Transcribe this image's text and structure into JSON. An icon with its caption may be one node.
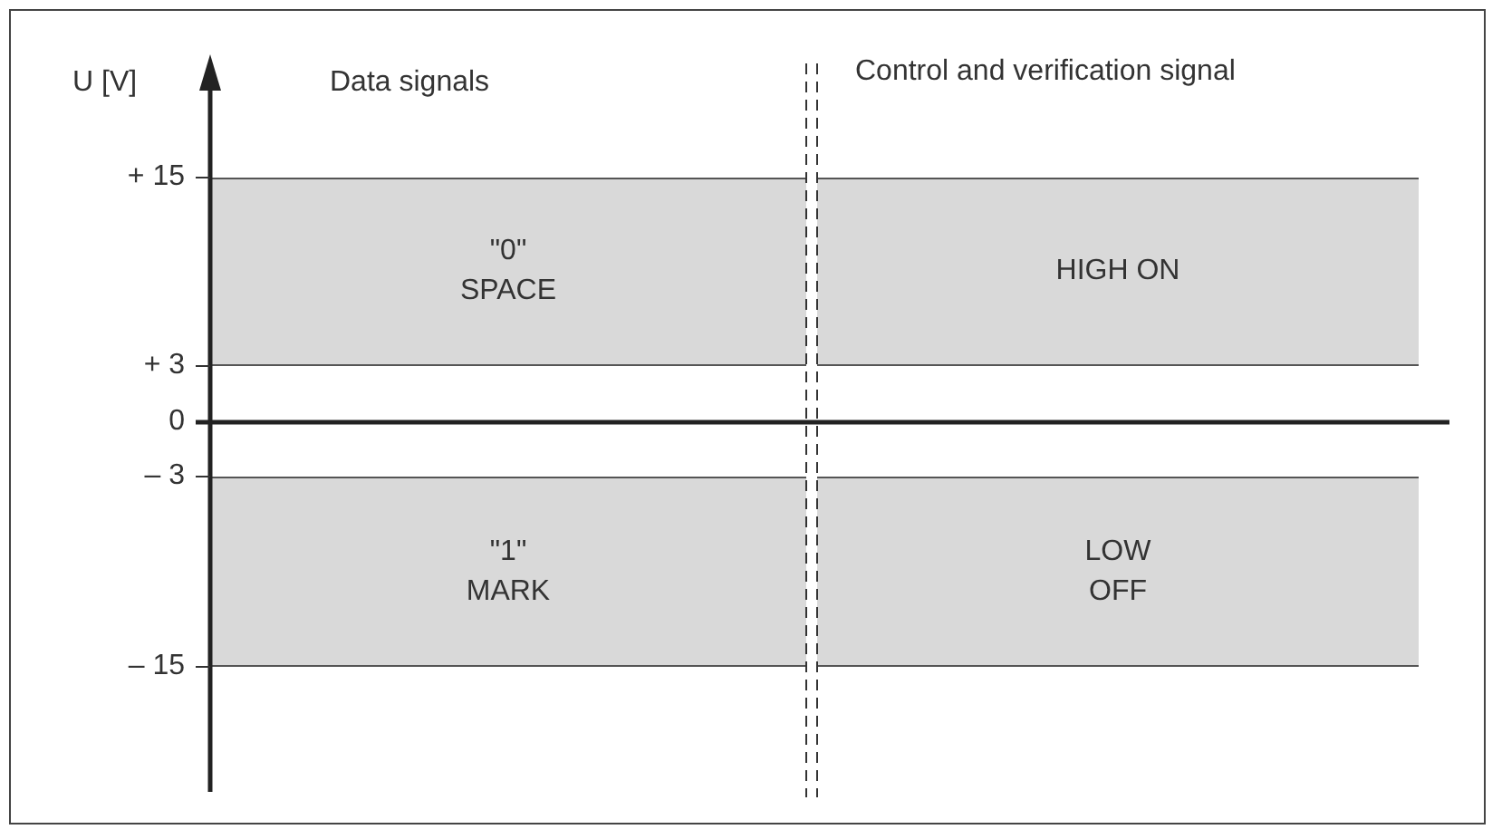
{
  "diagram": {
    "nodes": [
      {
        "text": [
          "\"0\" SPACE"
        ]
      },
      {
        "text": [
          "HIGH ON"
        ]
      },
      {
        "text": [
          "\"1\" MARK"
        ]
      },
      {
        "text": [
          "LOW OFF"
        ]
      }
    ],
    "labels": [
      "U [V]",
      "Data signals",
      "Control and verification signal",
      "+ 15",
      "+ 3",
      "0",
      "– 3",
      "– 15"
    ]
  }
}
